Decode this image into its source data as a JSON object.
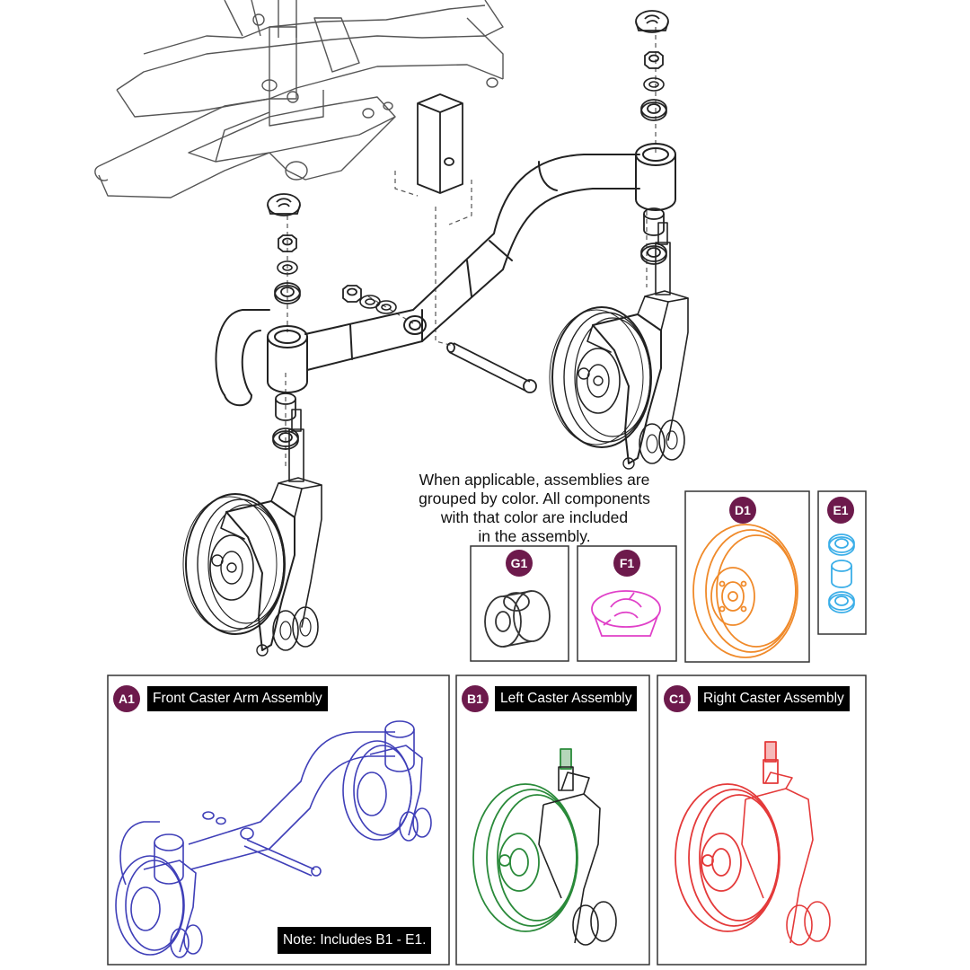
{
  "note": {
    "line1": "When applicable, assemblies are",
    "line2": "grouped by color. All components",
    "line3": "with that color are included",
    "line4": "in the assembly."
  },
  "parts": {
    "g1": {
      "badge": "G1",
      "color": "#333333"
    },
    "f1": {
      "badge": "F1",
      "color": "#e040c8"
    },
    "d1": {
      "badge": "D1",
      "color": "#f08a2a"
    },
    "e1": {
      "badge": "E1",
      "color": "#3aaee8"
    }
  },
  "assemblies": {
    "a1": {
      "badge": "A1",
      "title": "Front Caster Arm Assembly",
      "note": "Note: Includes B1 - E1.",
      "color": "#3f3fb8"
    },
    "b1": {
      "badge": "B1",
      "title": "Left Caster Assembly",
      "color": "#2a8a3a"
    },
    "c1": {
      "badge": "C1",
      "title": "Right Caster Assembly",
      "color": "#e43a3a"
    }
  },
  "colors": {
    "badge": "#6d1a4c",
    "linework": "#222222",
    "frame": "#555555"
  }
}
